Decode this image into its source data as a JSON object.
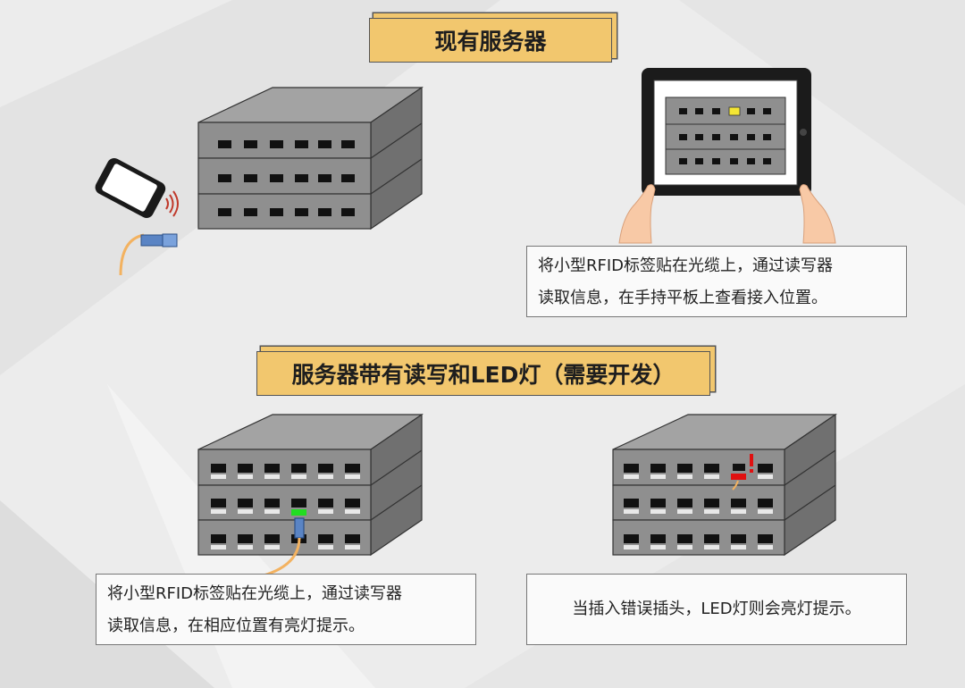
{
  "sections": {
    "top_title": "现有服务器",
    "bottom_title": "服务器带有读写和LED灯（需要开发）"
  },
  "captions": {
    "tablet_line1": "将小型RFID标签贴在光缆上，通过读写器",
    "tablet_line2": "读取信息，在手持平板上查看接入位置。",
    "led_line1": "将小型RFID标签贴在光缆上，通过读写器",
    "led_line2": "读取信息，在相应位置有亮灯提示。",
    "error": "当插入错误插头，LED灯则会亮灯提示。"
  },
  "colors": {
    "title_bg": "#f2c76e",
    "server_front": "#8f8f8f",
    "server_top": "#a3a3a3",
    "server_side": "#6f6f6f",
    "led_green": "#22dd22",
    "led_red": "#e01010",
    "tablet_highlight": "#f4e634",
    "cable_blue": "#5a84c4",
    "cable_orange": "#f3b260"
  },
  "icons": {
    "phone": "handheld-reader-icon",
    "cable": "fiber-cable-icon",
    "tablet": "tablet-icon",
    "warning": "exclamation-icon"
  }
}
